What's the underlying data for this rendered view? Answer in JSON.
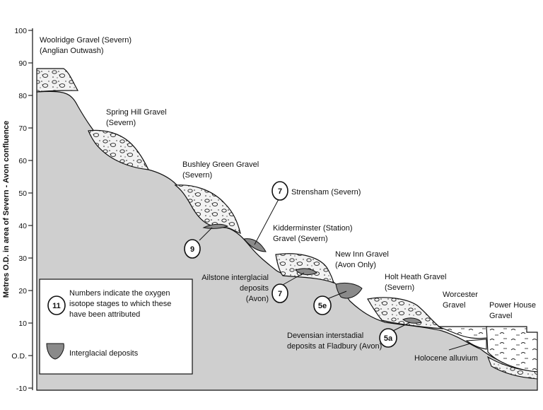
{
  "colors": {
    "ground": "#cfcfcf",
    "gravel": "#f2f2f2",
    "interglacial": "#8a8a8a",
    "alluvium": "#ffffff",
    "ink": "#111111"
  },
  "axis": {
    "label": "Metres O.D. in area of Severn - Avon confluence",
    "ticks": [
      "100",
      "90",
      "80",
      "70",
      "60",
      "50",
      "40",
      "30",
      "20",
      "10",
      "O.D.",
      "-10"
    ]
  },
  "labels": {
    "woolridge": [
      "Woolridge Gravel (Severn)",
      "(Anglian Outwash)"
    ],
    "spring_hill": [
      "Spring Hill Gravel",
      "(Severn)"
    ],
    "bushley": [
      "Bushley Green Gravel",
      "(Severn)"
    ],
    "strensham": "Strensham (Severn)",
    "kidderminster": [
      "Kidderminster (Station)",
      "Gravel (Severn)"
    ],
    "new_inn": [
      "New Inn Gravel",
      "(Avon Only)"
    ],
    "ailstone": [
      "Ailstone interglacial",
      "deposits",
      "(Avon)"
    ],
    "holt_heath": [
      "Holt Heath Gravel",
      "(Severn)"
    ],
    "worcester": [
      "Worcester",
      "Gravel"
    ],
    "power_house": [
      "Power House",
      "Gravel"
    ],
    "devensian": [
      "Devensian interstadial",
      "deposits at Fladbury (Avon)"
    ],
    "holocene": "Holocene alluvium"
  },
  "stages": {
    "s9": "9",
    "s7a": "7",
    "s7b": "7",
    "s5e": "5e",
    "s5a": "5a"
  },
  "legend": {
    "stage_example": "11",
    "stage_text": [
      "Numbers indicate the oxygen",
      "isotope stages to which these",
      "have been attributed"
    ],
    "interglacial_text": "Interglacial deposits"
  }
}
